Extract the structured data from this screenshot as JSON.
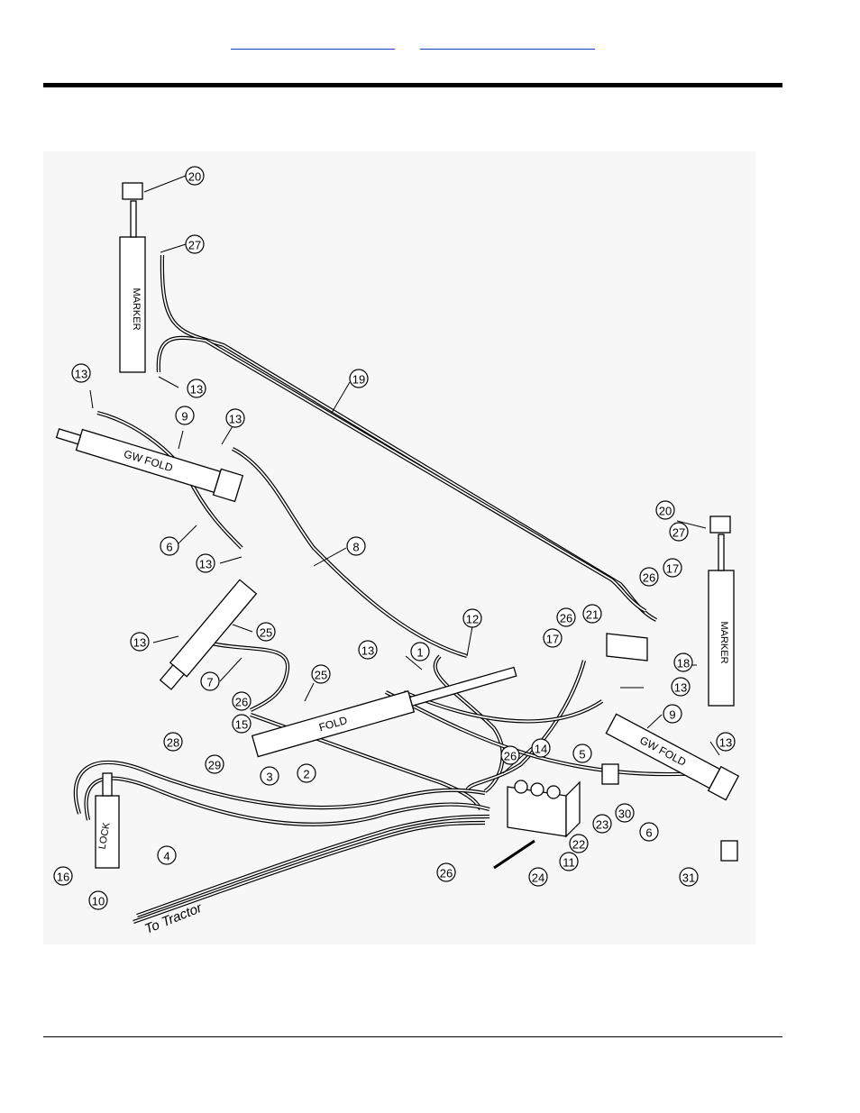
{
  "nav": {
    "link1": "",
    "link2": ""
  },
  "diagram": {
    "cylinder_labels": {
      "marker_left": "MARKER",
      "marker_right": "MARKER",
      "gw_fold_left": "GW FOLD",
      "gw_fold_right": "GW FOLD",
      "fold_center": "FOLD",
      "lock": "LOCK"
    },
    "to_tractor": "To Tractor",
    "callouts": [
      "20",
      "27",
      "13",
      "19",
      "13",
      "9",
      "13",
      "6",
      "13",
      "8",
      "13",
      "25",
      "7",
      "26",
      "15",
      "25",
      "13",
      "1",
      "12",
      "26",
      "21",
      "17",
      "26",
      "17",
      "20",
      "27",
      "18",
      "13",
      "5",
      "9",
      "13",
      "14",
      "26",
      "28",
      "29",
      "3",
      "2",
      "16",
      "10",
      "4",
      "26",
      "24",
      "11",
      "22",
      "23",
      "30",
      "6",
      "31"
    ]
  }
}
